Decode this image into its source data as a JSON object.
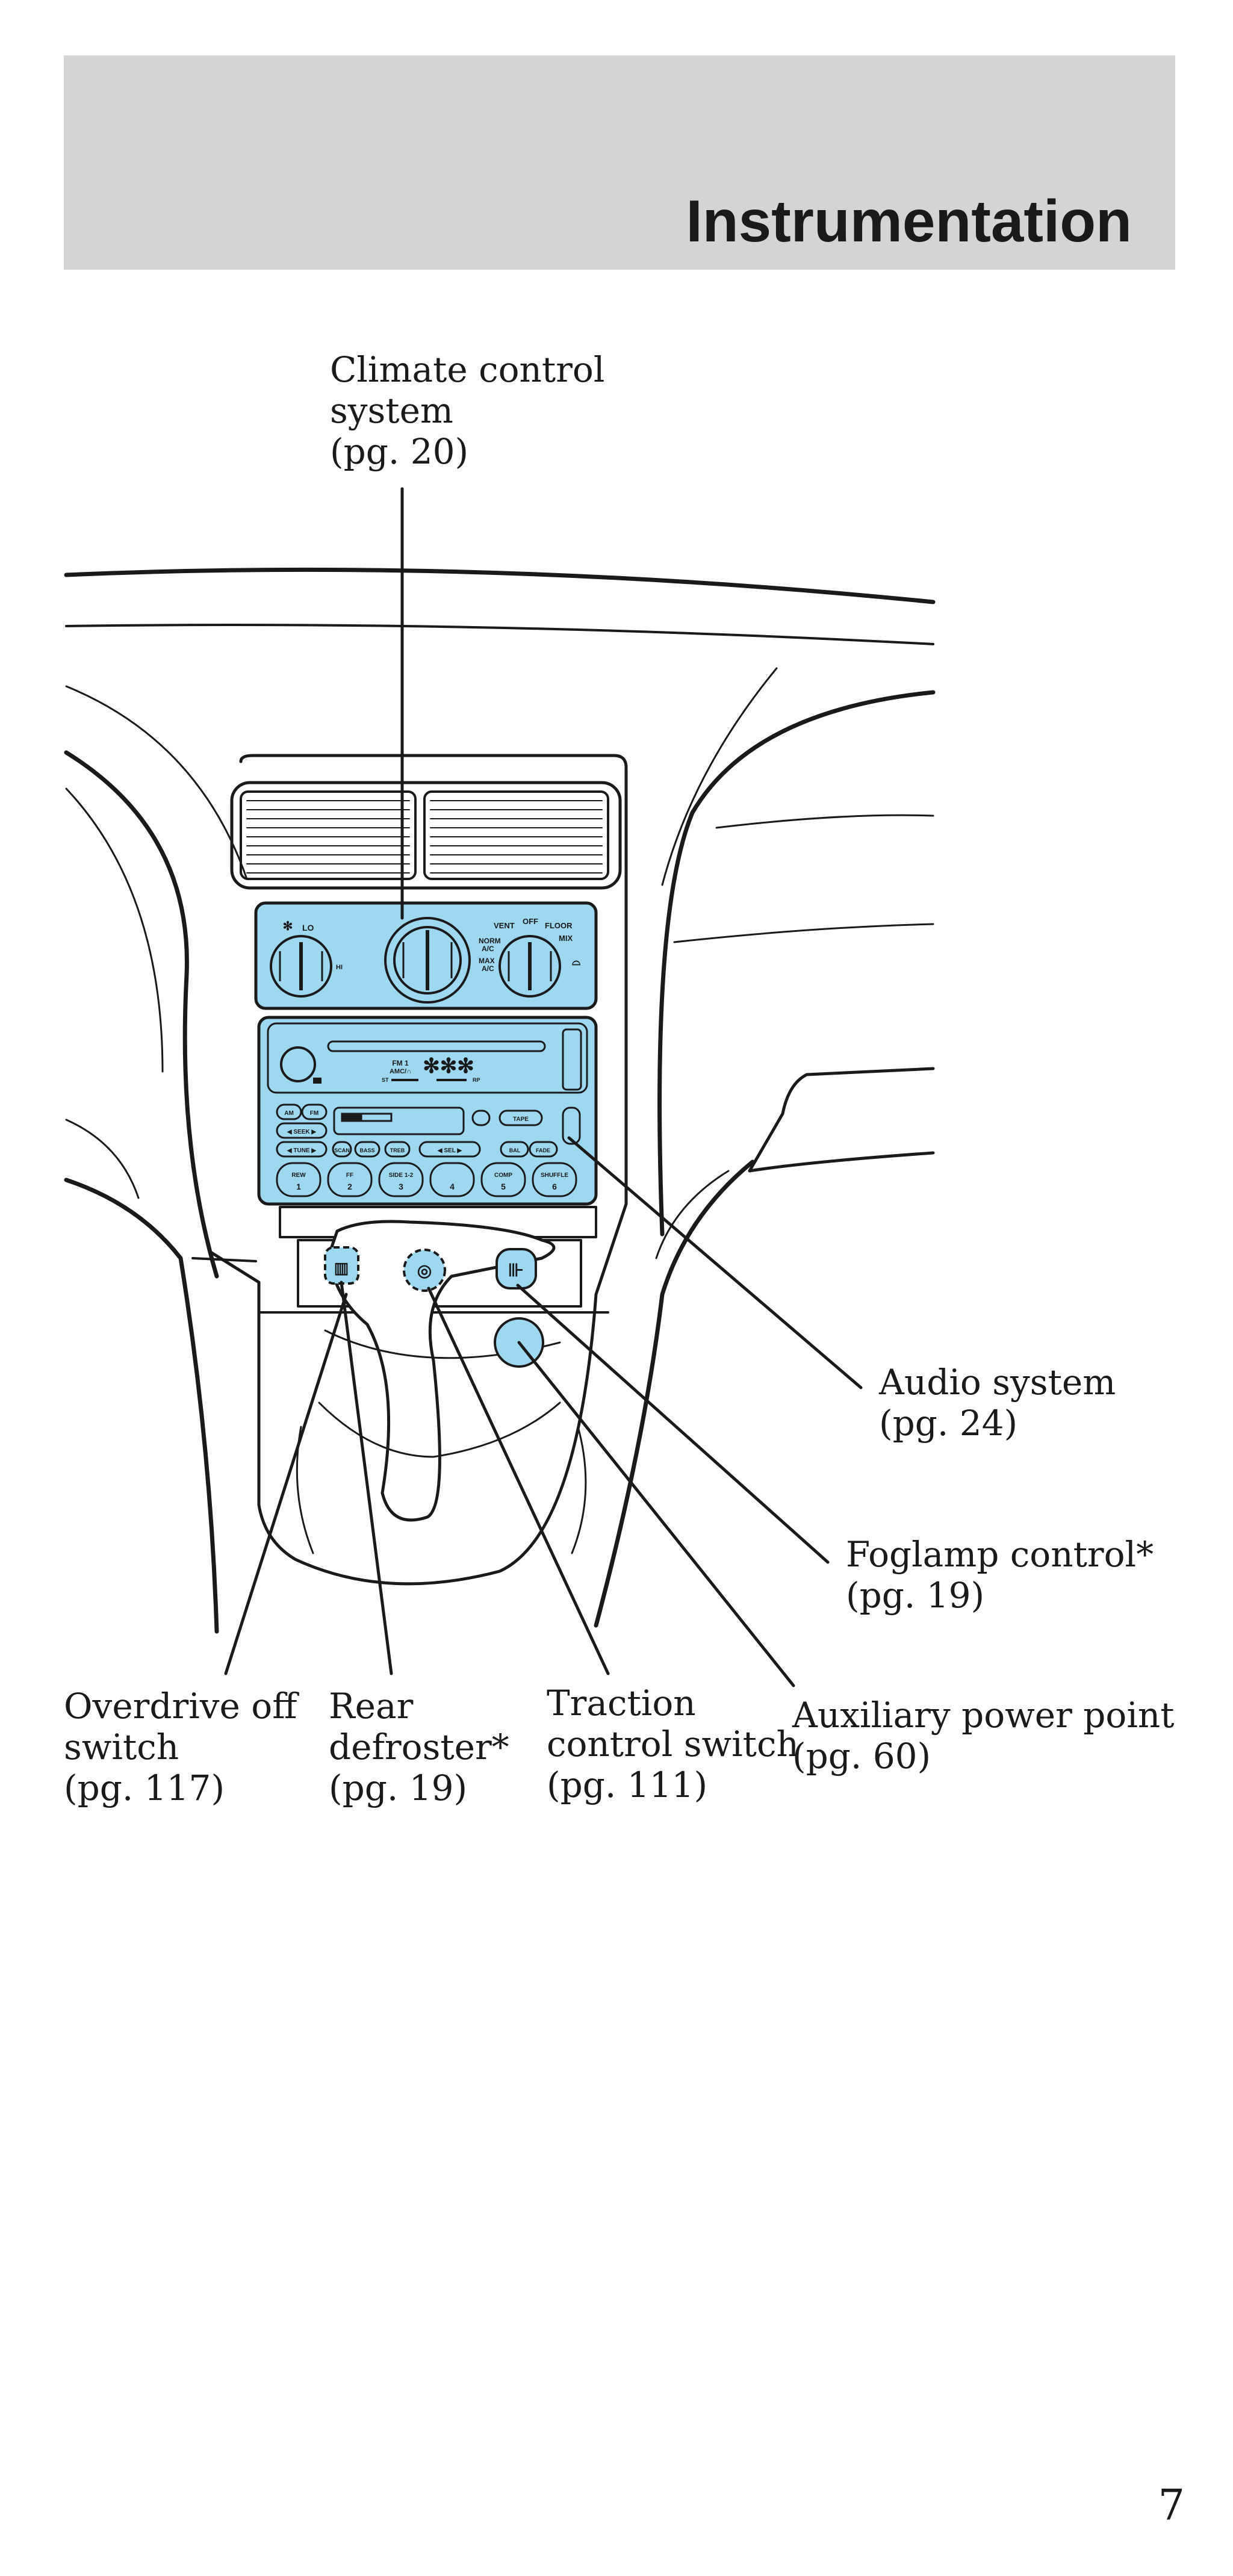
{
  "header": {
    "title": "Instrumentation"
  },
  "callouts": {
    "climate": {
      "line1": "Climate control",
      "line2": "system",
      "line3": "(pg. 20)"
    },
    "audio": {
      "line1": "Audio system",
      "line2": "(pg. 24)"
    },
    "foglamp": {
      "line1": "Foglamp control*",
      "line2": "(pg. 19)"
    },
    "overdrive": {
      "line1": "Overdrive off",
      "line2": "switch",
      "line3": "(pg. 117)"
    },
    "defroster": {
      "line1": "Rear",
      "line2": "defroster*",
      "line3": "(pg. 19)"
    },
    "traction": {
      "line1": "Traction",
      "line2": "control switch",
      "line3": "(pg. 111)"
    },
    "power": {
      "line1": "Auxiliary power point",
      "line2": "(pg. 60)"
    }
  },
  "panel": {
    "climate_labels": {
      "lo": "LO",
      "hi": "HI",
      "vent": "VENT",
      "off": "OFF",
      "floor": "FLOOR",
      "norm": "NORM",
      "ac": "A/C",
      "mix": "MIX",
      "max": "MAX",
      "ac2": "A/C"
    },
    "radio_labels": {
      "fm1": "FM 1",
      "amcn": "AMC/∩",
      "st": "ST",
      "rp": "RP",
      "am": "AM",
      "fm": "FM",
      "seek": "◀ SEEK ▶",
      "tune": "◀ TUNE ▶",
      "scan": "SCAN",
      "bass": "BASS",
      "treb": "TREB",
      "sel": "◀  SEL  ▶",
      "bal": "BAL",
      "fade": "FADE",
      "tape": "TAPE",
      "rew": "REW",
      "ff": "FF",
      "side": "SIDE 1-2",
      "comp": "COMP",
      "shuffle": "SHUFFLE",
      "n1": "1",
      "n2": "2",
      "n3": "3",
      "n4": "4",
      "n5": "5",
      "n6": "6"
    }
  },
  "colors": {
    "panel_fill": "#9ed8f0",
    "band": "#d4d4d4",
    "ink": "#1a1a1a"
  },
  "page": {
    "number": "7"
  }
}
